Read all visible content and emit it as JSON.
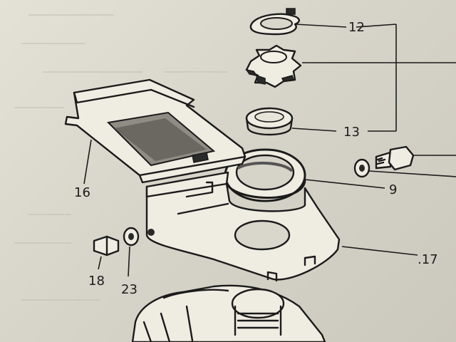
{
  "diagram": {
    "callouts": [
      {
        "id": "12",
        "label": "12"
      },
      {
        "id": "13",
        "label": "13"
      },
      {
        "id": "9",
        "label": "9"
      },
      {
        "id": "16",
        "label": "16"
      },
      {
        "id": "17",
        "label": ".17"
      },
      {
        "id": "18",
        "label": "18"
      },
      {
        "id": "23",
        "label": "23"
      }
    ]
  }
}
